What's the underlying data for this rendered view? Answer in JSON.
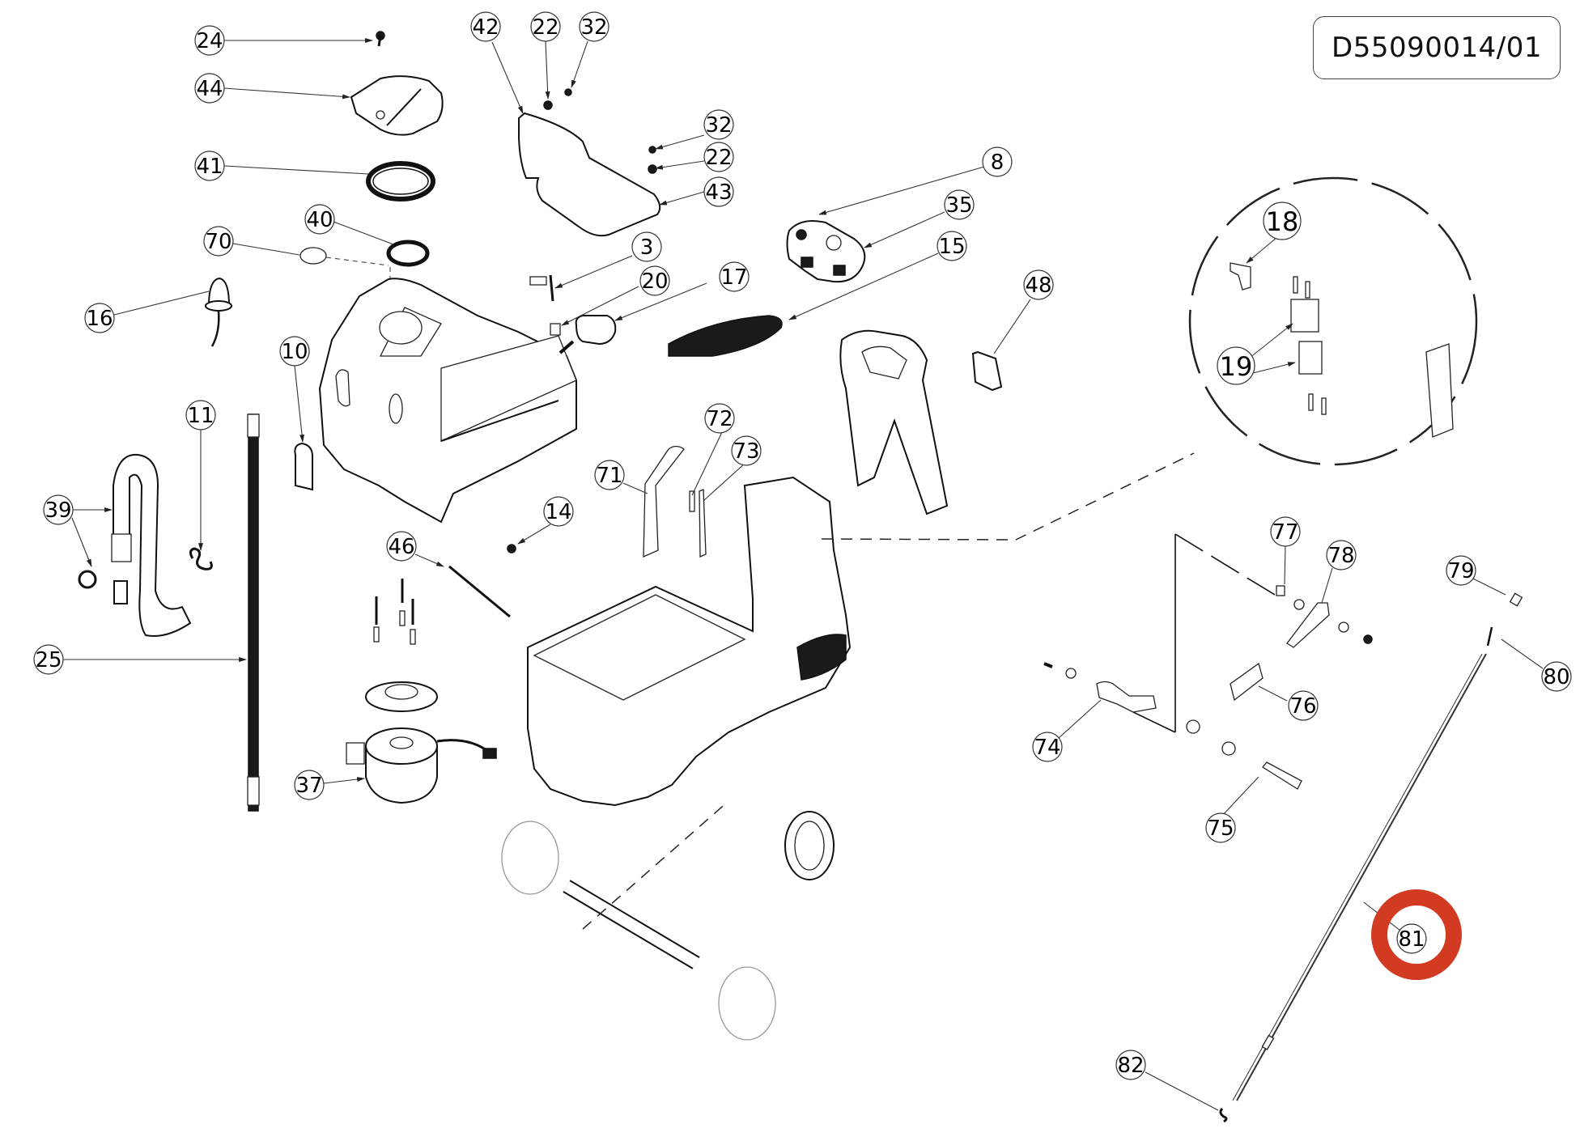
{
  "document": {
    "drawing_code": "D55090014/01",
    "type": "exploded parts diagram"
  },
  "highlight": {
    "target_part": "81",
    "color": "#d23a22"
  },
  "detail_view": {
    "callouts": [
      "18",
      "19"
    ]
  },
  "callouts": [
    {
      "id": "24"
    },
    {
      "id": "44"
    },
    {
      "id": "41"
    },
    {
      "id": "70"
    },
    {
      "id": "40"
    },
    {
      "id": "16"
    },
    {
      "id": "10"
    },
    {
      "id": "11"
    },
    {
      "id": "39"
    },
    {
      "id": "25"
    },
    {
      "id": "46"
    },
    {
      "id": "37"
    },
    {
      "id": "14"
    },
    {
      "id": "42"
    },
    {
      "id": "22"
    },
    {
      "id": "32"
    },
    {
      "id": "43"
    },
    {
      "id": "3"
    },
    {
      "id": "20"
    },
    {
      "id": "17"
    },
    {
      "id": "8"
    },
    {
      "id": "35"
    },
    {
      "id": "15"
    },
    {
      "id": "48"
    },
    {
      "id": "71"
    },
    {
      "id": "72"
    },
    {
      "id": "73"
    },
    {
      "id": "18"
    },
    {
      "id": "19"
    },
    {
      "id": "77"
    },
    {
      "id": "78"
    },
    {
      "id": "79"
    },
    {
      "id": "80"
    },
    {
      "id": "74"
    },
    {
      "id": "76"
    },
    {
      "id": "75"
    },
    {
      "id": "81"
    },
    {
      "id": "82"
    }
  ],
  "labels": {
    "c24": "24",
    "c44": "44",
    "c41": "41",
    "c70": "70",
    "c40": "40",
    "c16": "16",
    "c10": "10",
    "c11": "11",
    "c39": "39",
    "c25": "25",
    "c46": "46",
    "c37": "37",
    "c14": "14",
    "c42": "42",
    "c22a": "22",
    "c32a": "32",
    "c32b": "32",
    "c22b": "22",
    "c43": "43",
    "c3": "3",
    "c20": "20",
    "c17": "17",
    "c8": "8",
    "c35": "35",
    "c15": "15",
    "c48": "48",
    "c71": "71",
    "c72": "72",
    "c73": "73",
    "c18": "18",
    "c19": "19",
    "c77": "77",
    "c78": "78",
    "c79": "79",
    "c80": "80",
    "c74": "74",
    "c76": "76",
    "c75": "75",
    "c81": "81",
    "c82": "82"
  }
}
